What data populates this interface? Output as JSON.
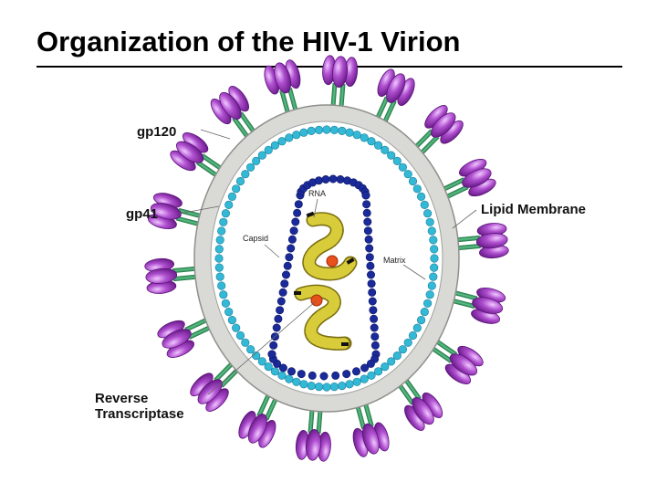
{
  "title": "Organization of the HIV-1 Virion",
  "labels": {
    "gp120": "gp120",
    "gp41": "gp41",
    "lipid_membrane": "Lipid Membrane",
    "reverse_transcriptase_line1": "Reverse",
    "reverse_transcriptase_line2": "Transcriptase",
    "rna": "RNA",
    "capsid": "Capsid",
    "matrix": "Matrix"
  },
  "colors": {
    "membrane": "#d9d9d6",
    "membrane_edge": "#9a9a98",
    "matrix_beads": "#33b8d6",
    "capsid_beads": "#1a2a9a",
    "rna": "#d8cc3a",
    "rna_dots": "#6a6010",
    "reverse_transcriptase": "#e8501c",
    "gp41": "#2e9a5a",
    "gp120": "#a040c0",
    "gp120_light": "#e0a8f0"
  }
}
